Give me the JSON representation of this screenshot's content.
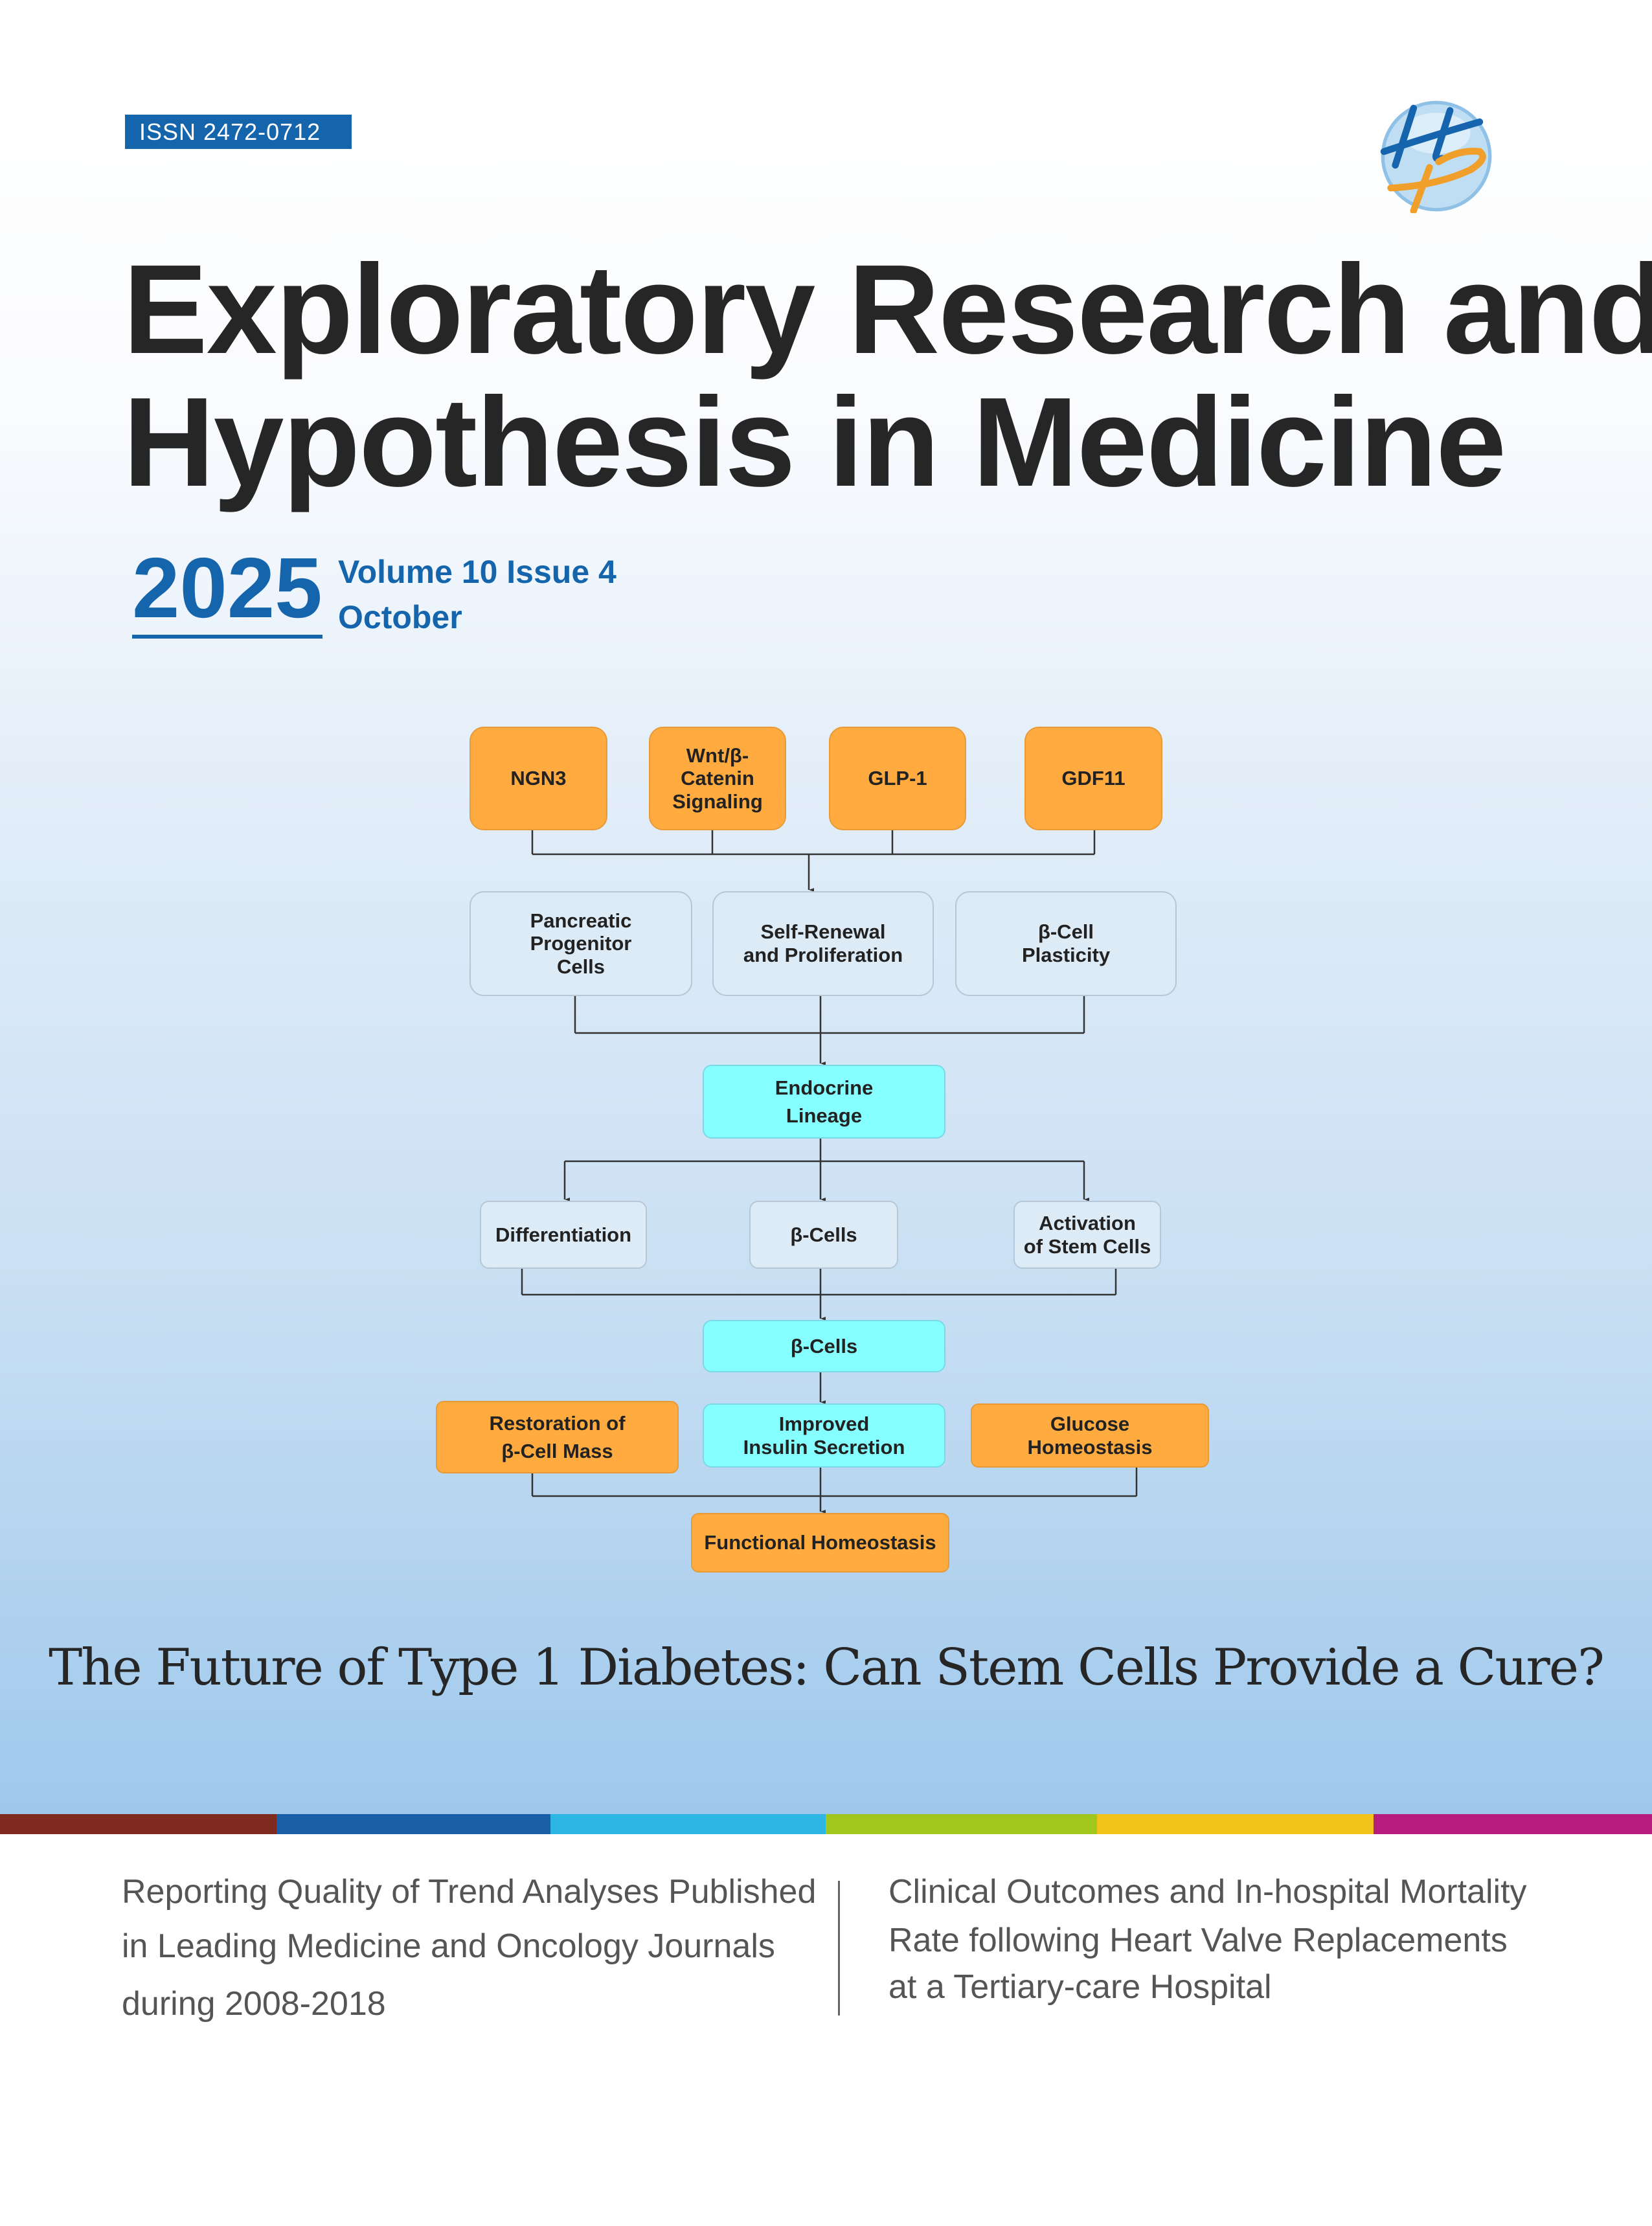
{
  "issn": "ISSN  2472-0712",
  "logo_text": "HP",
  "title": {
    "line1": "Exploratory Research and",
    "line2": "Hypothesis in Medicine"
  },
  "issue": {
    "year": "2025",
    "volume": "Volume 10 Issue 4",
    "month": "October"
  },
  "diagram": {
    "row1": [
      "NGN3",
      "Wnt/β-\nCatenin\nSignaling",
      "GLP-1",
      "GDF11"
    ],
    "row2": [
      "Pancreatic\nProgenitor\nCells",
      "Self-Renewal\nand Proliferation",
      "β-Cell\nPlasticity"
    ],
    "row3": "Endocrine\nLineage",
    "row4": [
      "Differentiation",
      "β-Cells",
      "Activation\nof Stem Cells"
    ],
    "row5": "β-Cells",
    "row6": [
      "Restoration of\nβ-Cell Mass",
      "Improved\nInsulin Secretion",
      "Glucose\nHomeostasis"
    ],
    "row7": "Functional Homeostasis"
  },
  "cover_headline": "The Future of Type 1 Diabetes: Can Stem Cells Provide a Cure?",
  "color_bar": [
    "#7f2b1f",
    "#1a5ea8",
    "#2db5e3",
    "#a1c71f",
    "#f1c21a",
    "#b81c7c"
  ],
  "featured": {
    "left": [
      "Reporting Quality of Trend Analyses Published",
      "in Leading Medicine and Oncology Journals",
      "during 2008-2018"
    ],
    "right": [
      "Clinical Outcomes and In-hospital Mortality",
      "Rate following Heart Valve Replacements",
      "at a Tertiary-care Hospital"
    ]
  }
}
